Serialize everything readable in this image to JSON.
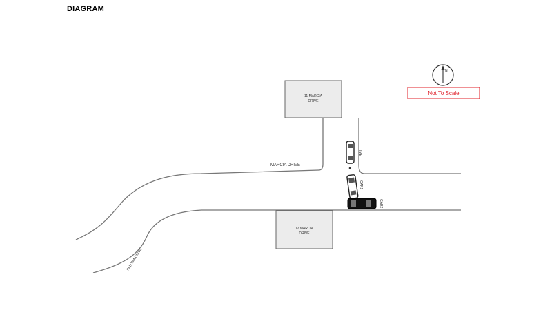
{
  "title": "DIAGRAM",
  "buildings": {
    "north": {
      "line1": "11 MARCIA",
      "line2": "DRIVE"
    },
    "south": {
      "line1": "12 MARCIA",
      "line2": "DRIVE"
    }
  },
  "roads": {
    "main": "MARCIA DRIVE",
    "side": "PALOMA DRIVE"
  },
  "vehicles": {
    "v1": "TIME",
    "v2": "CAR1",
    "v3": "CAR2"
  },
  "legend": {
    "north_arrow": "N",
    "scale_note": "Not To Scale"
  },
  "colors": {
    "scale_text": "#e0202a",
    "building_fill": "#ececec"
  }
}
